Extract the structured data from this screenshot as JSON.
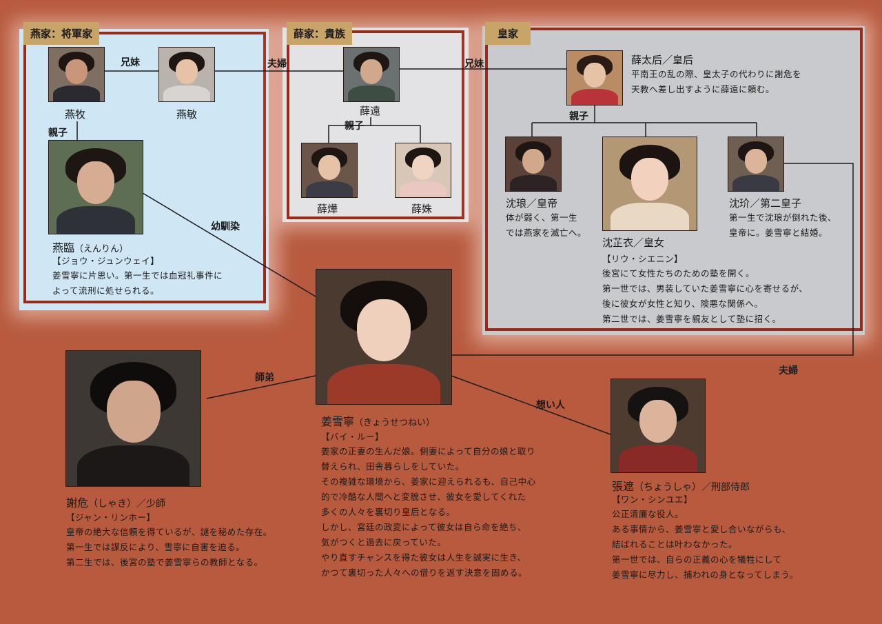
{
  "families": {
    "yan": {
      "label": "燕家：将軍家"
    },
    "xue": {
      "label": "薛家：貴族"
    },
    "royal": {
      "label": "皇家"
    }
  },
  "relations": {
    "siblings_yan": "兄妹",
    "couple_yan_xue": "夫婦",
    "siblings_xue_royal": "兄妹",
    "parent_yan": "親子",
    "parent_xue": "親子",
    "parent_royal": "親子",
    "childhood_friend": "幼馴染",
    "disciple": "師弟",
    "beloved": "想い人",
    "couple_main": "夫婦"
  },
  "people": {
    "yanmu": {
      "name": "燕牧"
    },
    "yanmin": {
      "name": "燕敏"
    },
    "xueyuan": {
      "name": "薛遠"
    },
    "xuehua": {
      "name": "薛燁"
    },
    "xueshu": {
      "name": "薛姝"
    },
    "empress_dowager": {
      "name": "薛太后／皇后",
      "desc": [
        "平南王の乱の際、皇太子の代わりに謝危を",
        "天教へ差し出すように薛遠に頼む。"
      ]
    },
    "shenlang": {
      "name": "沈琅／皇帝",
      "desc": [
        "体が弱く、第一生",
        "では燕家を滅亡へ。"
      ]
    },
    "shenzhiyi": {
      "name": "沈芷衣／皇女",
      "actor": "【リウ・シエニン】",
      "desc": [
        "後宮にて女性たちのための塾を開く。",
        "第一世では、男装していた姜雪寧に心を寄せるが、",
        "後に彼女が女性と知り、険悪な関係へ。",
        "第二世では、姜雪寧を親友として塾に招く。"
      ]
    },
    "shenjie": {
      "name": "沈玠／第二皇子",
      "desc": [
        "第一生で沈琅が倒れた後、",
        "皇帝に。姜雪寧と結婚。"
      ]
    },
    "yanlin": {
      "name": "燕臨",
      "reading": "（えんりん）",
      "actor": "【ジョウ・ジュンウェイ】",
      "desc": [
        "姜雪寧に片思い。第一生では血冠礼事件に",
        "よって流刑に処せられる。"
      ]
    },
    "jiangxuening": {
      "name": "姜雪寧",
      "reading": "（きょうせつねい）",
      "actor": "【バイ・ルー】",
      "desc": [
        "姜家の正妻の生んだ娘。側妻によって自分の娘と取り",
        "替えられ、田舎暮らしをしていた。",
        "その複雑な環境から、姜家に迎えられるも、自己中心",
        "的で冷酷な人間へと変貌させ、彼女を愛してくれた",
        "多くの人々を裏切り皇后となる。",
        "しかし、宮廷の政変によって彼女は自ら命を絶ち、",
        "気がつくと過去に戻っていた。",
        "やり直すチャンスを得た彼女は人生を誠実に生き、",
        "かつて裏切った人々への借りを返す決意を固める。"
      ]
    },
    "xiewei": {
      "name": "謝危",
      "reading": "（しゃき）／少師",
      "actor": "【ジャン・リンホー】",
      "desc": [
        "皇帝の絶大な信頼を得ているが、謎を秘めた存在。",
        "第一生では謀反により、雪寧に自害を迫る。",
        "第二生では、後宮の塾で姜雪寧らの教師となる。"
      ]
    },
    "zhangzhe": {
      "name": "張遮",
      "reading": "（ちょうしゃ）／刑部侍郎",
      "actor": "【ワン・シンユエ】",
      "desc": [
        "公正清廉な役人。",
        "ある事情から、姜雪寧と愛し合いながらも、",
        "結ばれることは叶わなかった。",
        "第一世では、自らの正義の心を犠牲にして",
        "姜雪寧に尽力し、捕われの身となってしまう。"
      ]
    }
  },
  "colors": {
    "background": "#b85a3e",
    "border": "#9a2a18",
    "tag": "#c9a468",
    "yan_panel": "#cfe6f4",
    "xue_panel": "#e3e3e5",
    "royal_panel": "#c9cacd"
  }
}
